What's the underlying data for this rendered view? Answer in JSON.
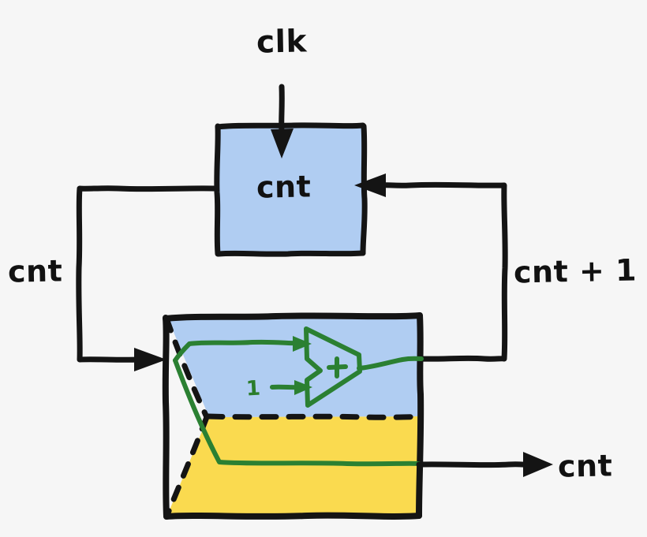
{
  "diagram": {
    "title": "counter-datapath-sketch",
    "style": "hand-drawn whiteboard sketch",
    "colors": {
      "ink": "#141414",
      "register_fill": "#b0cdf2",
      "logic_blue_fill": "#b0cdf2",
      "logic_yellow_fill": "#fada4f",
      "wire_green": "#2b8032",
      "background": "#f6f6f6"
    },
    "labels": {
      "clock": "clk",
      "register": "cnt",
      "feedback_left": "cnt",
      "feedback_right": "cnt + 1",
      "output": "cnt",
      "constant_one": "1",
      "adder_symbol": "+"
    },
    "nodes": [
      {
        "name": "register-block",
        "label": "cnt",
        "fill": "#b0cdf2"
      },
      {
        "name": "logic-block-blue-region",
        "label": "",
        "fill": "#b0cdf2"
      },
      {
        "name": "logic-block-yellow-region",
        "label": "",
        "fill": "#fada4f"
      },
      {
        "name": "adder-block",
        "label": "+",
        "stroke": "#2b8032"
      }
    ],
    "wires": [
      {
        "name": "clock-input-wire",
        "from": "clk",
        "to": "register-block",
        "color": "#141414"
      },
      {
        "name": "feedback-left-wire",
        "from": "register-block",
        "to": "logic-block",
        "label": "cnt",
        "color": "#141414"
      },
      {
        "name": "feedback-right-wire",
        "from": "logic-block",
        "to": "register-block",
        "label": "cnt + 1",
        "color": "#141414"
      },
      {
        "name": "output-wire",
        "from": "logic-block",
        "to": "cnt",
        "label": "cnt",
        "color": "#141414"
      },
      {
        "name": "adder-input-a-wire",
        "from": "logic-input",
        "to": "adder-block",
        "color": "#2b8032"
      },
      {
        "name": "adder-input-b-wire",
        "from": "1",
        "to": "adder-block",
        "color": "#2b8032"
      },
      {
        "name": "adder-output-wire",
        "from": "adder-block",
        "to": "logic-output",
        "color": "#2b8032"
      },
      {
        "name": "passthrough-wire",
        "from": "logic-input",
        "to": "logic-output",
        "color": "#2b8032"
      }
    ]
  }
}
